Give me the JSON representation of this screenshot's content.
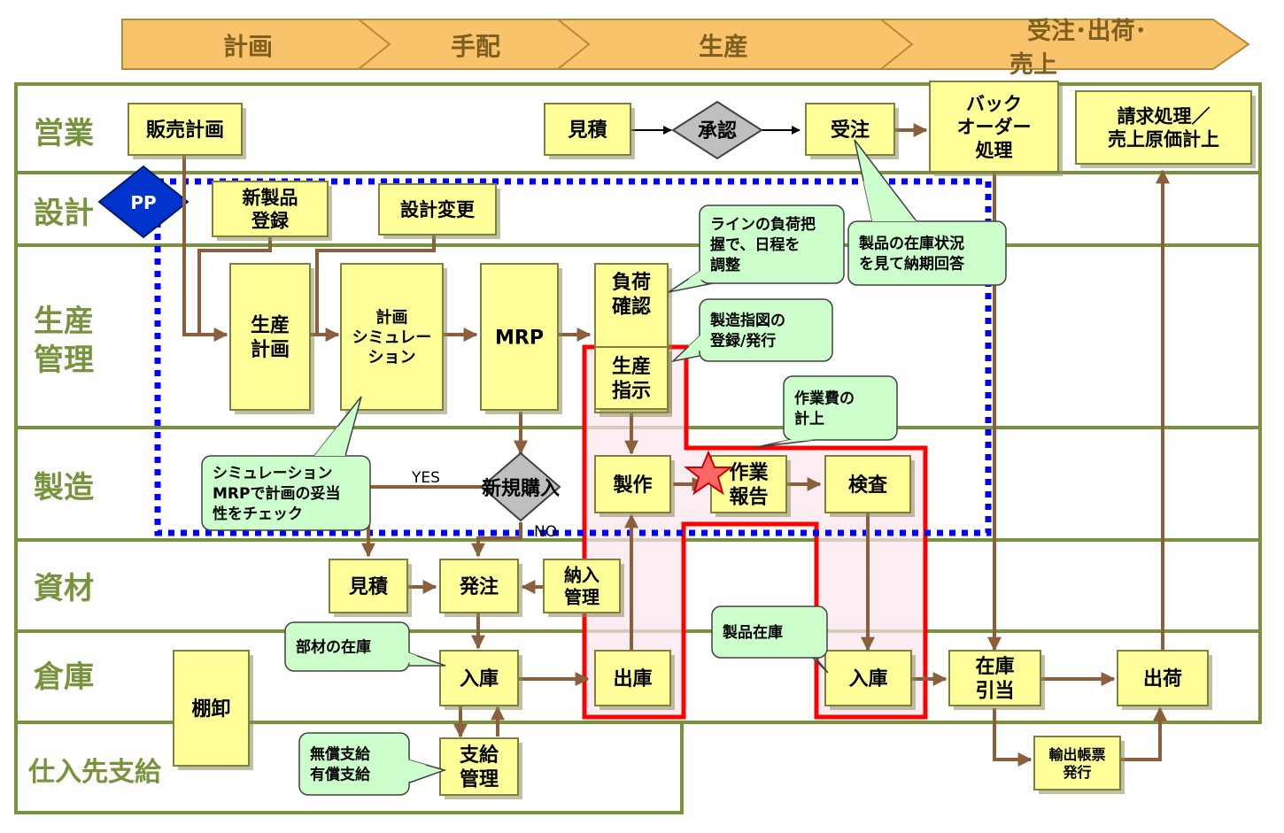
{
  "colors": {
    "lane_border": "#77933c",
    "lane_label": "#77933c",
    "box_fill": "#ffff99",
    "box_border": "#7f7f3f",
    "arrow": "#8b5e3c",
    "callout_fill": "#ccffcc",
    "highlight": "#ff0000",
    "pp_fill": "#0033cc",
    "dotted": "#0000ff",
    "phase_fill": "#f9c36b"
  },
  "phases": [
    "計画",
    "手配",
    "生産",
    "受注･出荷･売上"
  ],
  "lanes": [
    "営業",
    "設計",
    "生産管理",
    "製造",
    "資材",
    "倉庫",
    "仕入先支給"
  ],
  "pp_label": "PP",
  "boxes": {
    "sales_plan": [
      "販売計画"
    ],
    "estimate_sales": [
      "見積"
    ],
    "order_receive": [
      "受注"
    ],
    "backorder": [
      "バック",
      "オーダー",
      "処理"
    ],
    "billing": [
      "請求処理／",
      "売上原価計上"
    ],
    "new_product": [
      "新製品",
      "登録"
    ],
    "design_change": [
      "設計変更"
    ],
    "production_plan": [
      "生産",
      "計画"
    ],
    "plan_sim": [
      "計画",
      "シミュレー",
      "ション"
    ],
    "mrp": [
      "MRP"
    ],
    "load_check": [
      "負荷",
      "確認"
    ],
    "prod_instruction": [
      "生産",
      "指示"
    ],
    "manufacture": [
      "製作"
    ],
    "work_report": [
      "作業",
      "報告"
    ],
    "inspection": [
      "検査"
    ],
    "estimate_mat": [
      "見積"
    ],
    "order_place": [
      "発注"
    ],
    "delivery_mgmt": [
      "納入",
      "管理"
    ],
    "receiving_parts": [
      "入庫"
    ],
    "issue": [
      "出庫"
    ],
    "receiving_prod": [
      "入庫"
    ],
    "stock_alloc": [
      "在庫",
      "引当"
    ],
    "shipping": [
      "出荷"
    ],
    "stocktake": [
      "棚卸"
    ],
    "supply_mgmt": [
      "支給",
      "管理"
    ],
    "export_docs": [
      "輸出帳票",
      "発行"
    ]
  },
  "decisions": {
    "approval": "承認",
    "new_purchase": "新規購入"
  },
  "callouts": {
    "load": [
      "ラインの負荷把",
      "握で、日程を",
      "調整"
    ],
    "stock_status": [
      "製品の在庫状況",
      "を見て納期回答"
    ],
    "instruction": [
      "製造指図の",
      "登録/発行"
    ],
    "workcost": [
      "作業費の",
      "計上"
    ],
    "simulation": [
      "シミュレーション",
      "MRPで計画の妥当",
      "性をチェック"
    ],
    "parts_stock": [
      "部材の在庫"
    ],
    "product_stock": [
      "製品在庫"
    ],
    "supply": [
      "無償支給",
      "有償支給"
    ]
  },
  "labels": {
    "yes": "YES",
    "no": "NO"
  }
}
